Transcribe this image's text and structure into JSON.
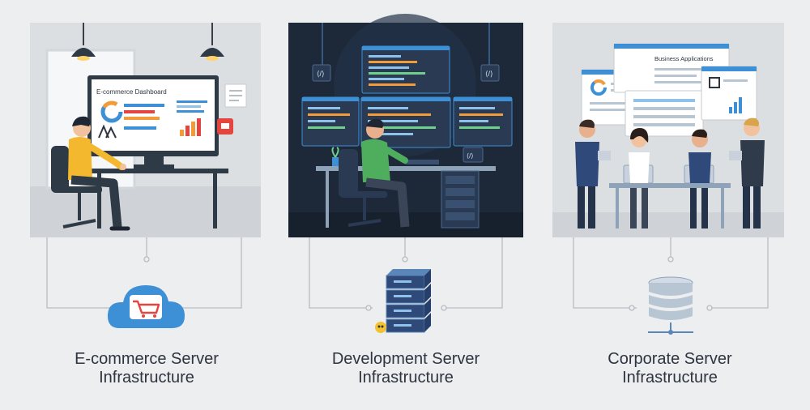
{
  "panels": [
    {
      "screen_title": "E-commerce Dashboard",
      "caption_line1": "E-commerce Server",
      "caption_line2": "Infrastructure",
      "icon": "shopping-cart-cloud-icon"
    },
    {
      "caption_line1": "Development Server",
      "caption_line2": "Infrastructure",
      "icon": "server-rack-icon"
    },
    {
      "board_title": "Business Applications",
      "caption_line1": "Corporate Server",
      "caption_line2": "Infrastructure",
      "icon": "database-icon"
    }
  ],
  "colors": {
    "background": "#eceeef",
    "panel_light": "#dfe1e3",
    "panel_dark": "#1d2838",
    "accent_blue": "#3d8fd6",
    "accent_red": "#e5453f",
    "accent_orange": "#f29b38",
    "connector": "#b8bdc3"
  }
}
